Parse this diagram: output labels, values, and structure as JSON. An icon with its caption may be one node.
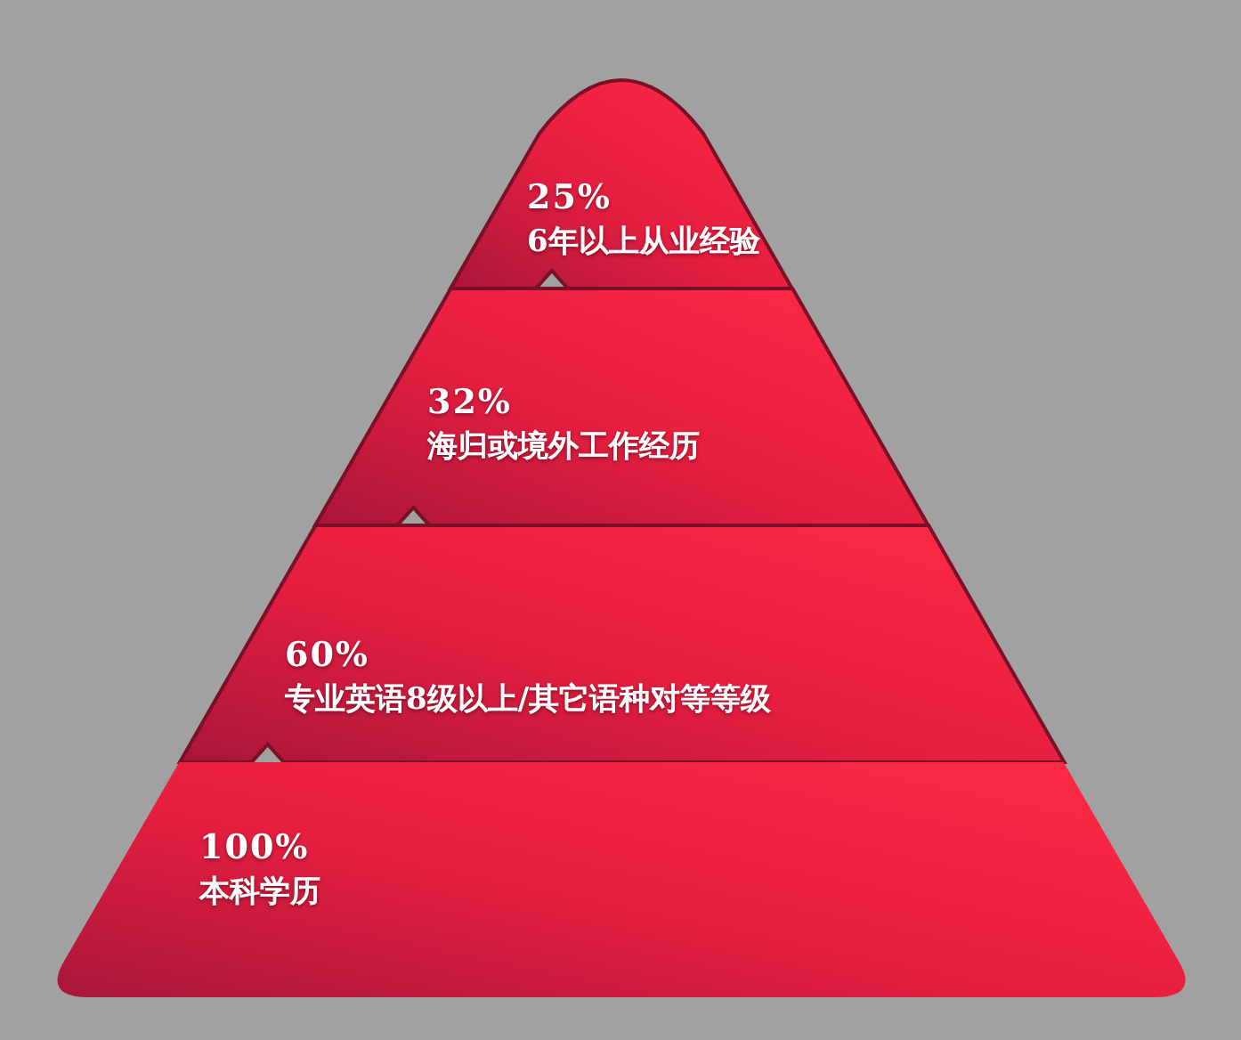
{
  "diagram": {
    "nodes": [
      {
        "text": [
          "25%",
          "6年以上从业经验"
        ]
      },
      {
        "text": [
          "32%",
          "海归或境外工作经历"
        ]
      },
      {
        "text": [
          "60%",
          "专业英语8级以上/其它语种对等等级"
        ]
      },
      {
        "text": [
          "100%",
          "本科学历"
        ]
      }
    ]
  }
}
